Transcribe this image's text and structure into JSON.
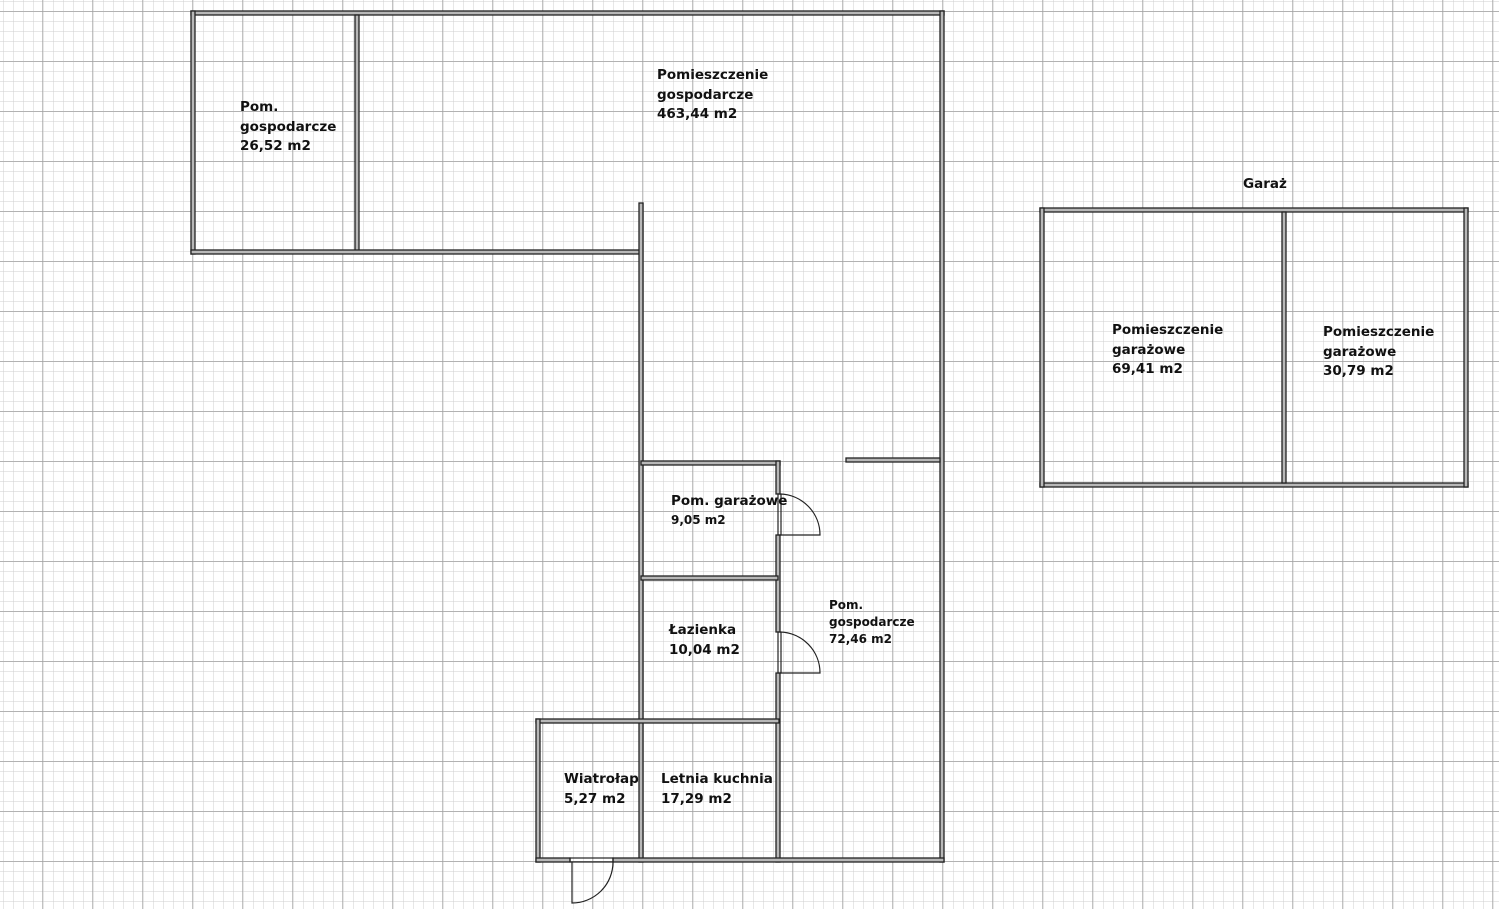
{
  "title": "Garaż",
  "rooms": [
    {
      "name": "Pom.\ngospodarcze",
      "line1": "Pom.",
      "line2": "gospodarcze",
      "area": "26,52 m2"
    },
    {
      "line1": "Pomieszczenie",
      "line2": "gospodarcze",
      "area": "463,44 m2"
    },
    {
      "line1": "Pom. garażowe",
      "area": "9,05 m2"
    },
    {
      "line1": "Łazienka",
      "area": "10,04 m2"
    },
    {
      "line1": "Pom.",
      "line2": "gospodarcze",
      "area": "72,46 m2"
    },
    {
      "line1": "Wiatrołap",
      "area": "5,27 m2"
    },
    {
      "line1": "Letnia kuchnia",
      "area": "17,29 m2"
    },
    {
      "line1": "Pomieszczenie",
      "line2": "garażowe",
      "area": "69,41 m2"
    },
    {
      "line1": "Pomieszczenie",
      "line2": "garażowe",
      "area": "30,79 m2"
    }
  ],
  "colors": {
    "grid_minor": "#cfcfcf",
    "grid_major": "#a8a8a8",
    "wall_fill": "#b8b8b8"
  }
}
